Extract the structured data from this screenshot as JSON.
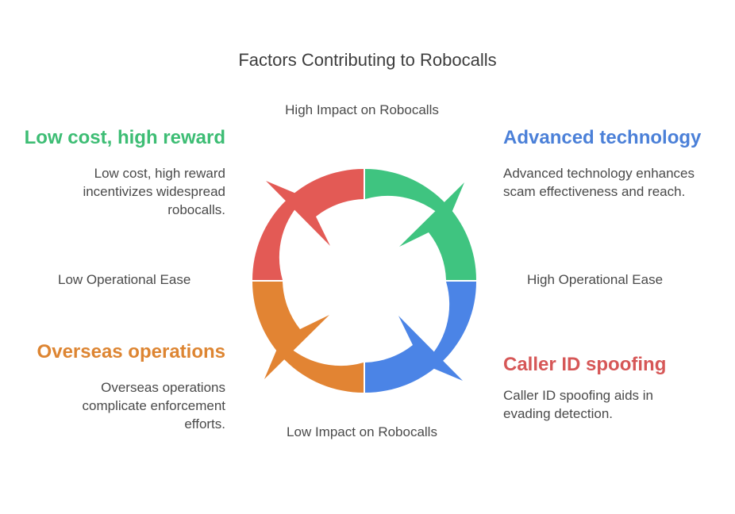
{
  "title": "Factors Contributing to Robocalls",
  "axes": {
    "top": "High Impact on Robocalls",
    "bottom": "Low Impact on Robocalls",
    "left": "Low Operational Ease",
    "right": "High Operational Ease"
  },
  "quadrants": {
    "top_left": {
      "heading": "Low cost, high reward",
      "description": "Low cost, high reward incentivizes widespread robocalls.",
      "color": "#3dbd74",
      "arrow_color": "#e35a55"
    },
    "top_right": {
      "heading": "Advanced technology",
      "description": "Advanced technology enhances scam effectiveness and reach.",
      "color": "#4b80d8",
      "arrow_color": "#3fc480"
    },
    "bottom_right": {
      "heading": "Caller ID spoofing",
      "description": "Caller ID spoofing aids in evading detection.",
      "color": "#d65757",
      "arrow_color": "#4b84e6"
    },
    "bottom_left": {
      "heading": "Overseas operations",
      "description": "Overseas operations complicate enforcement efforts.",
      "color": "#dd8532",
      "arrow_color": "#e28433"
    }
  }
}
